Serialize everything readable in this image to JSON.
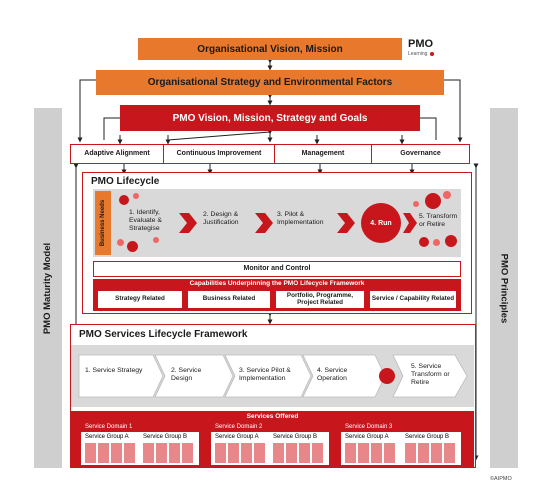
{
  "top": {
    "vision": "Organisational Vision, Mission",
    "strategy": "Organisational Strategy and Environmental Factors",
    "pmo_vision": "PMO Vision, Mission, Strategy and Goals",
    "logo_main": "PMO",
    "logo_sub": "Learning"
  },
  "pillars": [
    "Adaptive Alignment",
    "Continuous Improvement",
    "Management",
    "Governance"
  ],
  "side": {
    "left": "PMO Maturity Model",
    "right": "PMO Principles"
  },
  "lifecycle": {
    "title": "PMO Lifecycle",
    "business_needs": "Business Needs",
    "steps": [
      "1. Identify, Evaluate & Strategise",
      "2. Design & Justification",
      "3. Pilot & Implementation",
      "4. Run",
      "5. Transform or Retire"
    ],
    "monitor": "Monitor and Control",
    "capabilities_title": "Capabilities Underpinning the PMO Lifecycle Framework",
    "capabilities": [
      "Strategy Related",
      "Business Related",
      "Portfolio, Programme, Project Related",
      "Service / Capability Related"
    ]
  },
  "services": {
    "title": "PMO Services Lifecycle Framework",
    "steps": [
      "1. Service Strategy",
      "2. Service Design",
      "3. Service Pilot & Implementation",
      "4. Service Operation",
      "5. Service Transform or Retire"
    ],
    "offered": "Services Offered",
    "domains": [
      {
        "name": "Service Domain 1",
        "groups": [
          "Service Group A",
          "Service Group B"
        ]
      },
      {
        "name": "Service Domain 2",
        "groups": [
          "Service Group A",
          "Service Group B"
        ]
      },
      {
        "name": "Service Domain 3",
        "groups": [
          "Service Group A",
          "Service Group B"
        ]
      }
    ]
  },
  "copyright": "©AIPMO",
  "colors": {
    "orange": "#e8782c",
    "red": "#c8161d",
    "grey": "#d9d9d9",
    "side": "#cfcfcf"
  }
}
